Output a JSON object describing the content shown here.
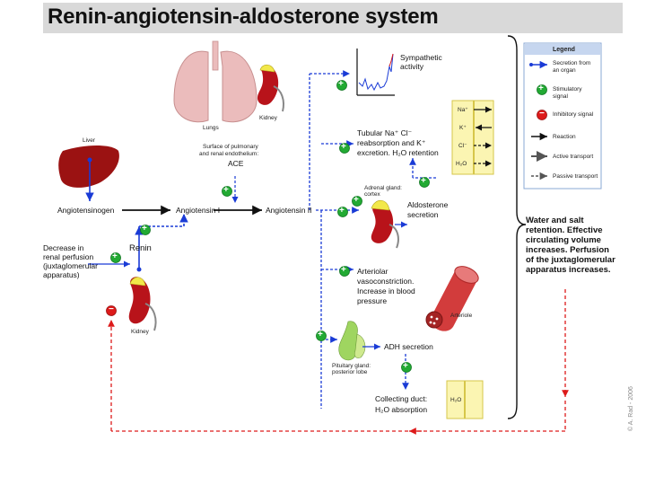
{
  "title": "Renin-angiotensin-aldosterone system",
  "labels": {
    "lungs": "Lungs",
    "kidney_top": "Kidney",
    "liver": "Liver",
    "surface_l1": "Surface of pulmonary",
    "surface_l2": "and renal endothelium:",
    "ace": "ACE",
    "angiotensinogen": "Angiotensinogen",
    "angiotensin1": "Angiotensin I",
    "angiotensin2": "Angiotensin II",
    "renin": "Renin",
    "decrease_l1": "Decrease in",
    "decrease_l2": "renal perfusion",
    "decrease_l3": "(juxtaglomerular",
    "decrease_l4": "apparatus)",
    "kidney_bottom": "Kidney",
    "sympathetic_l1": "Sympathetic",
    "sympathetic_l2": "activity",
    "tubular_l1": "Tubular Na⁺ Cl⁻",
    "tubular_l2": "reabsorption and K⁺",
    "tubular_l3": "excretion. H₂O retention",
    "ion_na": "Na⁺",
    "ion_k": "K⁺",
    "ion_cl": "Cl⁻",
    "ion_h2o": "H₂O",
    "adrenal_l1": "Adrenal gland:",
    "adrenal_l2": "cortex",
    "aldosterone_l1": "Aldosterone",
    "aldosterone_l2": "secretion",
    "arteriolar_l1": "Arteriolar",
    "arteriolar_l2": "vasoconstriction.",
    "arteriolar_l3": "Increase in blood",
    "arteriolar_l4": "pressure",
    "arteriole": "Arteriole",
    "pituitary_l1": "Pituitary gland:",
    "pituitary_l2": "posterior lobe",
    "adh": "ADH secretion",
    "collecting_l1": "Collecting duct:",
    "collecting_l2": "H₂O absorption",
    "collecting_h2o": "H₂O",
    "water_l1": "Water and salt",
    "water_l2": "retention. Effective",
    "water_l3": "circulating volume",
    "water_l4": "increases. Perfusion",
    "water_l5": "of the juxtaglomerular",
    "water_l6": "apparatus increases."
  },
  "legend": {
    "title": "Legend",
    "secretion_l1": "Secretion from",
    "secretion_l2": "an organ",
    "stimulatory_l1": "Stimulatory",
    "stimulatory_l2": "signal",
    "inhibitory": "Inhibitory signal",
    "reaction": "Reaction",
    "active": "Active transport",
    "passive": "Passive transport"
  },
  "signs": {
    "plus": "+",
    "minus": "−"
  },
  "copyright": "© A. Rad - 2006",
  "colors": {
    "secretion": "#1a3bd6",
    "stimulatory": "#22aa33",
    "inhibitory": "#dd1a1a",
    "reaction": "#111111",
    "kidney": "#b8131a",
    "liver": "#9b1212",
    "lungs": "#e8b8b8",
    "adrenal": "#f2e84a",
    "pituitary": "#9fd560",
    "arteriole": "#d23c3c"
  }
}
